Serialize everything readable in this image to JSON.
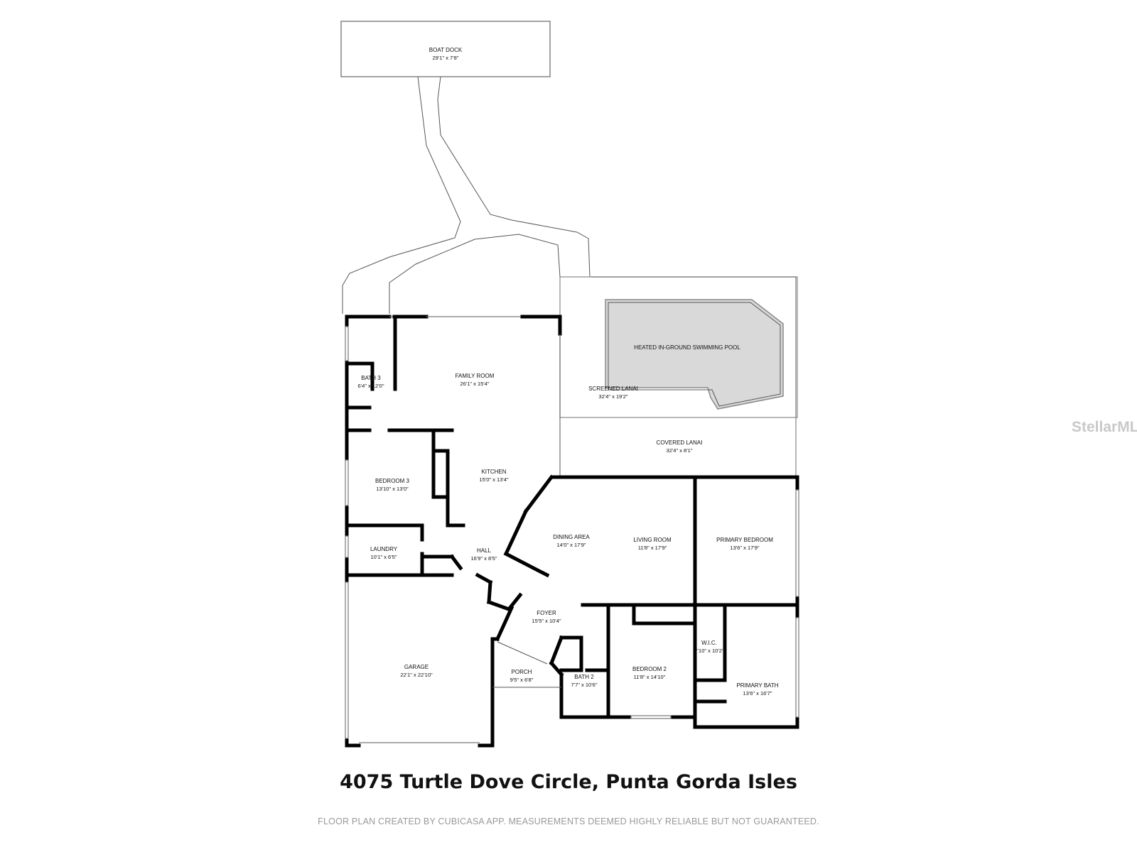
{
  "plan": {
    "rooms": [
      {
        "id": "boat-dock",
        "name": "BOAT DOCK",
        "dims": "29'1\" x 7'8\""
      },
      {
        "id": "family-room",
        "name": "FAMILY ROOM",
        "dims": "26'1\" x 15'4\""
      },
      {
        "id": "bath-3",
        "name": "BATH 3",
        "dims": "6'4\" x 12'0\""
      },
      {
        "id": "pool",
        "name": "HEATED IN-GROUND SWIMMING POOL",
        "dims": ""
      },
      {
        "id": "screened-lanai",
        "name": "SCREENED LANAI",
        "dims": "32'4\" x 19'2\""
      },
      {
        "id": "covered-lanai",
        "name": "COVERED LANAI",
        "dims": "32'4\" x 8'1\""
      },
      {
        "id": "kitchen",
        "name": "KITCHEN",
        "dims": "15'0\" x 13'4\""
      },
      {
        "id": "bedroom-3",
        "name": "BEDROOM 3",
        "dims": "13'10\" x 13'0\""
      },
      {
        "id": "dining-area",
        "name": "DINING AREA",
        "dims": "14'0\" x 17'9\""
      },
      {
        "id": "living-room",
        "name": "LIVING ROOM",
        "dims": "11'8\" x 17'9\""
      },
      {
        "id": "primary-bedroom",
        "name": "PRIMARY BEDROOM",
        "dims": "13'6\" x 17'9\""
      },
      {
        "id": "laundry",
        "name": "LAUNDRY",
        "dims": "10'1\" x 6'5\""
      },
      {
        "id": "hall",
        "name": "HALL",
        "dims": "16'9\" x 8'5\""
      },
      {
        "id": "foyer",
        "name": "FOYER",
        "dims": "15'5\" x 10'4\""
      },
      {
        "id": "wic",
        "name": "W.I.C.",
        "dims": "7'10\" x 10'2\""
      },
      {
        "id": "garage",
        "name": "GARAGE",
        "dims": "22'1\" x 22'10\""
      },
      {
        "id": "porch",
        "name": "PORCH",
        "dims": "9'5\" x 6'8\""
      },
      {
        "id": "bath-2",
        "name": "BATH 2",
        "dims": "7'7\" x 10'6\""
      },
      {
        "id": "bedroom-2",
        "name": "BEDROOM 2",
        "dims": "11'8\" x 14'10\""
      },
      {
        "id": "primary-bath",
        "name": "PRIMARY BATH",
        "dims": "13'6\" x 16'7\""
      }
    ]
  },
  "address": "4075 Turtle Dove Circle, Punta Gorda Isles",
  "disclaimer": "FLOOR PLAN CREATED BY CUBICASA APP. MEASUREMENTS DEEMED HIGHLY RELIABLE BUT NOT GUARANTEED.",
  "watermark": "StellarMLS",
  "colors": {
    "wall": "#000000",
    "pool_fill": "#d9d9d9",
    "background": "#ffffff"
  }
}
